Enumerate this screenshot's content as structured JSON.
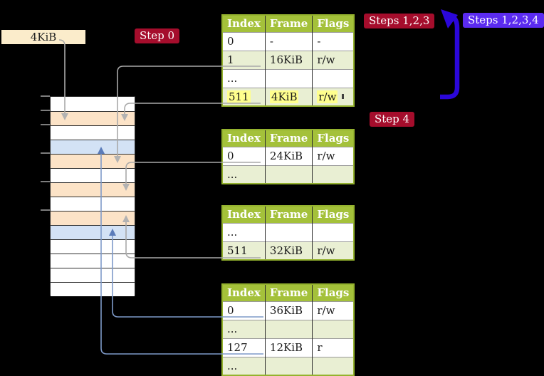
{
  "labels": {
    "frame_size": "4KiB",
    "step0": "Step 0",
    "steps123": "Steps 1,2,3",
    "steps1234": "Steps 1,2,3,4",
    "step4": "Step 4"
  },
  "colors": {
    "background": "#000000",
    "badge_red": "#a50d2c",
    "badge_blue": "#5b2bf0",
    "table_header_bg": "#a4c13a",
    "table_border": "#94b22e",
    "table_row_alt": "#e9efd3",
    "highlight_yellow": "#ffff8e",
    "label_box_bg": "#fbeccb",
    "memory_frame_orange": "#fce3c7",
    "memory_page_blue": "#d3e2f5",
    "connector_gray": "#a9a9a9",
    "connector_blue": "#7e9ac9",
    "recursive_arrow_blue": "#2b07da"
  },
  "memory_column": {
    "row_classes": [
      "mrow white",
      "mrow orange",
      "mrow white",
      "mrow blue",
      "mrow orange",
      "mrow white",
      "mrow orange",
      "mrow white",
      "mrow orange",
      "mrow blue",
      "mrow white",
      "mrow white",
      "mrow white",
      "mrow white"
    ]
  },
  "tables": [
    {
      "headers": [
        "Index",
        "Frame",
        "Flags"
      ],
      "rows": [
        [
          "0",
          "-",
          "-"
        ],
        [
          "1",
          "16KiB",
          "r/w"
        ],
        [
          "...",
          "",
          ""
        ],
        [
          "511",
          "4KiB",
          "r/w"
        ]
      ]
    },
    {
      "headers": [
        "Index",
        "Frame",
        "Flags"
      ],
      "rows": [
        [
          "0",
          "24KiB",
          "r/w"
        ],
        [
          "...",
          "",
          ""
        ]
      ]
    },
    {
      "headers": [
        "Index",
        "Frame",
        "Flags"
      ],
      "rows": [
        [
          "...",
          "",
          ""
        ],
        [
          "511",
          "32KiB",
          "r/w"
        ]
      ]
    },
    {
      "headers": [
        "Index",
        "Frame",
        "Flags"
      ],
      "rows": [
        [
          "0",
          "36KiB",
          "r/w"
        ],
        [
          "...",
          "",
          ""
        ],
        [
          "127",
          "12KiB",
          "r"
        ],
        [
          "...",
          "",
          ""
        ]
      ]
    }
  ]
}
